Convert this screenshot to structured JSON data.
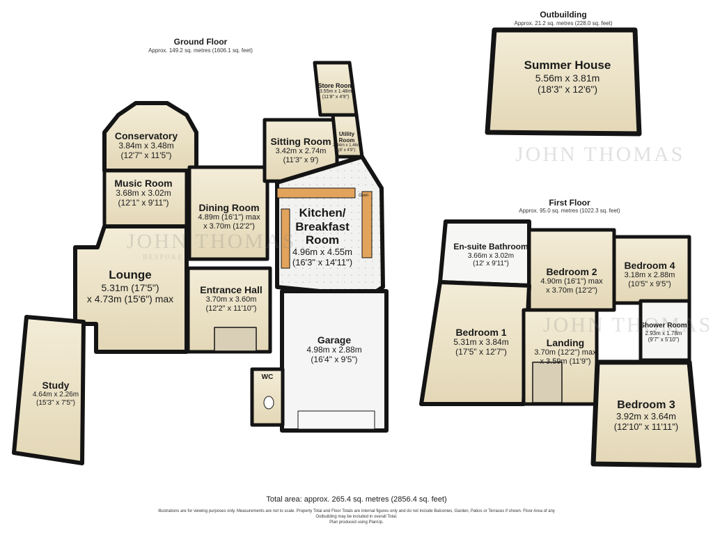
{
  "floors": {
    "ground": {
      "title": "Ground Floor",
      "area": "Approx. 149.2 sq. metres (1606.1 sq. feet)"
    },
    "outbuilding": {
      "title": "Outbuilding",
      "area": "Approx. 21.2 sq. metres (228.0 sq. feet)"
    },
    "first": {
      "title": "First Floor",
      "area": "Approx. 95.0 sq. metres (1022.3 sq. feet)"
    }
  },
  "rooms": {
    "conservatory": {
      "name": "Conservatory",
      "d1": "3.84m x 3.48m",
      "d2": "(12'7\" x 11'5\")"
    },
    "music": {
      "name": "Music Room",
      "d1": "3.68m x 3.02m",
      "d2": "(12'1\" x 9'11\")"
    },
    "lounge": {
      "name": "Lounge",
      "d1": "5.31m (17'5\")",
      "d2": "x 4.73m (15'6\") max"
    },
    "study": {
      "name": "Study",
      "d1": "4.64m x 2.26m",
      "d2": "(15'3\" x 7'5\")"
    },
    "dining": {
      "name": "Dining Room",
      "d1": "4.89m (16'1\") max",
      "d2": "x 3.70m (12'2\")"
    },
    "hall": {
      "name": "Entrance Hall",
      "d1": "3.70m x 3.60m",
      "d2": "(12'2\" x 11'10\")"
    },
    "sitting": {
      "name": "Sitting Room",
      "d1": "3.42m x 2.74m",
      "d2": "(11'3\" x 9')"
    },
    "store": {
      "name": "Store Room",
      "d1": "3.55m x 1.48m",
      "d2": "(11'8\" x 4'9\")"
    },
    "utility": {
      "name": "Utility Room",
      "d1": "2.44m x 1.46m",
      "d2": "(8' x 4'9\")"
    },
    "kitchen": {
      "name": "Kitchen/ Breakfast Room",
      "d1": "4.96m x 4.55m",
      "d2": "(16'3\" x 14'11\")"
    },
    "garage": {
      "name": "Garage",
      "d1": "4.98m x 2.88m",
      "d2": "(16'4\" x 9'5\")"
    },
    "wc": {
      "name": "WC"
    },
    "summer": {
      "name": "Summer House",
      "d1": "5.56m x 3.81m",
      "d2": "(18'3\" x 12'6\")"
    },
    "ensuite": {
      "name": "En-suite Bathroom",
      "d1": "3.66m x 3.02m",
      "d2": "(12' x 9'11\")"
    },
    "bed2": {
      "name": "Bedroom 2",
      "d1": "4.90m (16'1\") max",
      "d2": "x 3.70m (12'2\")"
    },
    "bed4": {
      "name": "Bedroom 4",
      "d1": "3.18m x 2.88m",
      "d2": "(10'5\" x 9'5\")"
    },
    "bed1": {
      "name": "Bedroom 1",
      "d1": "5.31m x 3.84m",
      "d2": "(17'5\" x 12'7\")"
    },
    "landing": {
      "name": "Landing",
      "d1": "3.70m (12'2\") max",
      "d2": "x 3.59m (11'9\")"
    },
    "shower": {
      "name": "Shower Room",
      "d1": "2.93m x 1.78m",
      "d2": "(9'7\" x 5'10\")"
    },
    "bed3": {
      "name": "Bedroom 3",
      "d1": "3.92m x 3.64m",
      "d2": "(12'10\" x 11'11\")"
    }
  },
  "labels": {
    "oven": "Oven"
  },
  "watermark": {
    "brand": "JOHN THOMAS",
    "tagline": "BESPOKE"
  },
  "footer": {
    "total": "Total area: approx. 265.4 sq. metres (2856.4 sq. feet)",
    "disclaimer_1": "Illustrations are for viewing purposes only. Measurements are not to scale. Property Total and Floor Totals are internal figures only and do not include Balconies, Garden, Patios or Terraces if shown. Floor Area of any",
    "disclaimer_2": "Outbuilding may be included in overall Total.",
    "disclaimer_3": "Plan produced using PlanUp."
  },
  "colors": {
    "floor": "#ece3c9",
    "wall": "#141414",
    "tile": "#f1f1ef",
    "kitchen_counter": "#e2a35c",
    "glass": "#cfe4ea",
    "garage": "#f5f5f5"
  }
}
